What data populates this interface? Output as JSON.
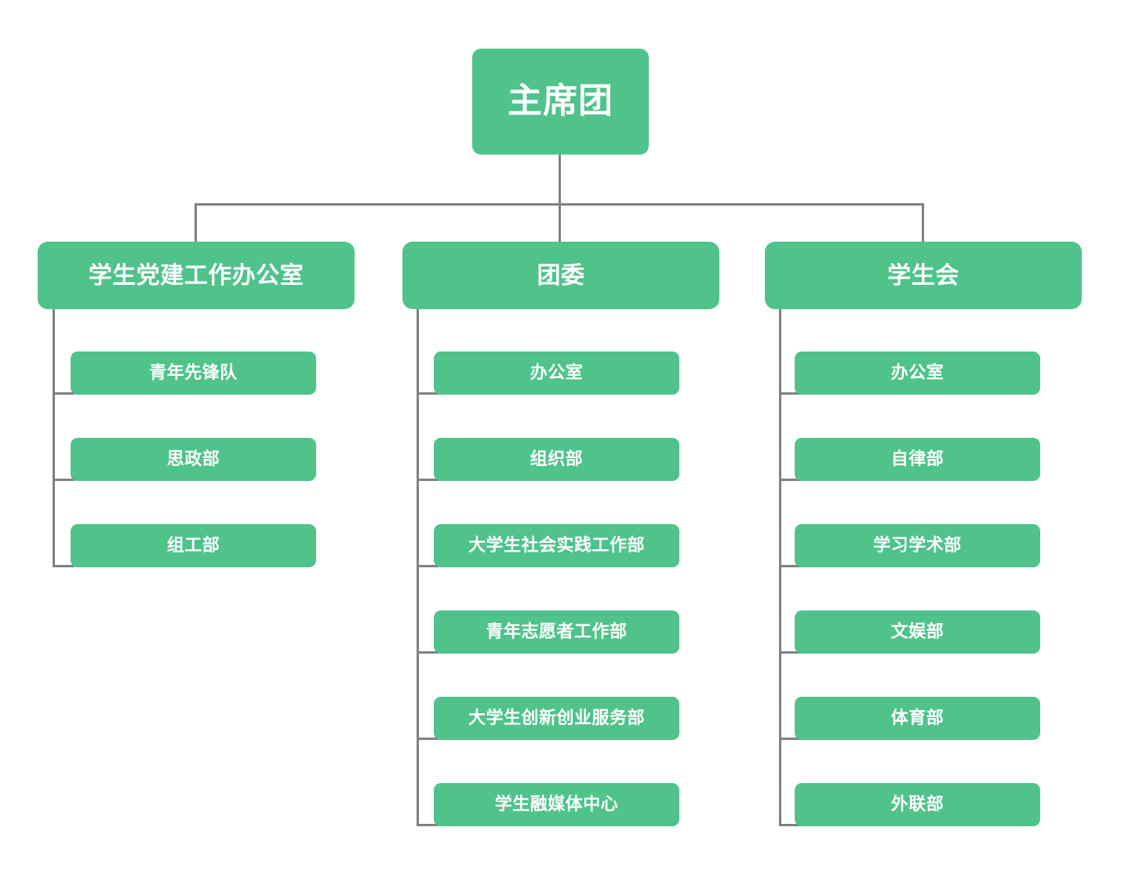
{
  "diagram": {
    "title_node": "主席团",
    "theme": {
      "node_fill": "#4FC38A",
      "node_text": "#FFFFFF",
      "connector": "#808080",
      "background": "#FFFFFF"
    },
    "branches": [
      {
        "label": "学生党建工作办公室",
        "children": [
          {
            "label": "青年先锋队"
          },
          {
            "label": "思政部"
          },
          {
            "label": "组工部"
          }
        ]
      },
      {
        "label": "团委",
        "children": [
          {
            "label": "办公室"
          },
          {
            "label": "组织部"
          },
          {
            "label": "大学生社会实践工作部"
          },
          {
            "label": "青年志愿者工作部"
          },
          {
            "label": "大学生创新创业服务部"
          },
          {
            "label": "学生融媒体中心"
          }
        ]
      },
      {
        "label": "学生会",
        "children": [
          {
            "label": "办公室"
          },
          {
            "label": "自律部"
          },
          {
            "label": "学习学术部"
          },
          {
            "label": "文娱部"
          },
          {
            "label": "体育部"
          },
          {
            "label": "外联部"
          }
        ]
      }
    ]
  }
}
